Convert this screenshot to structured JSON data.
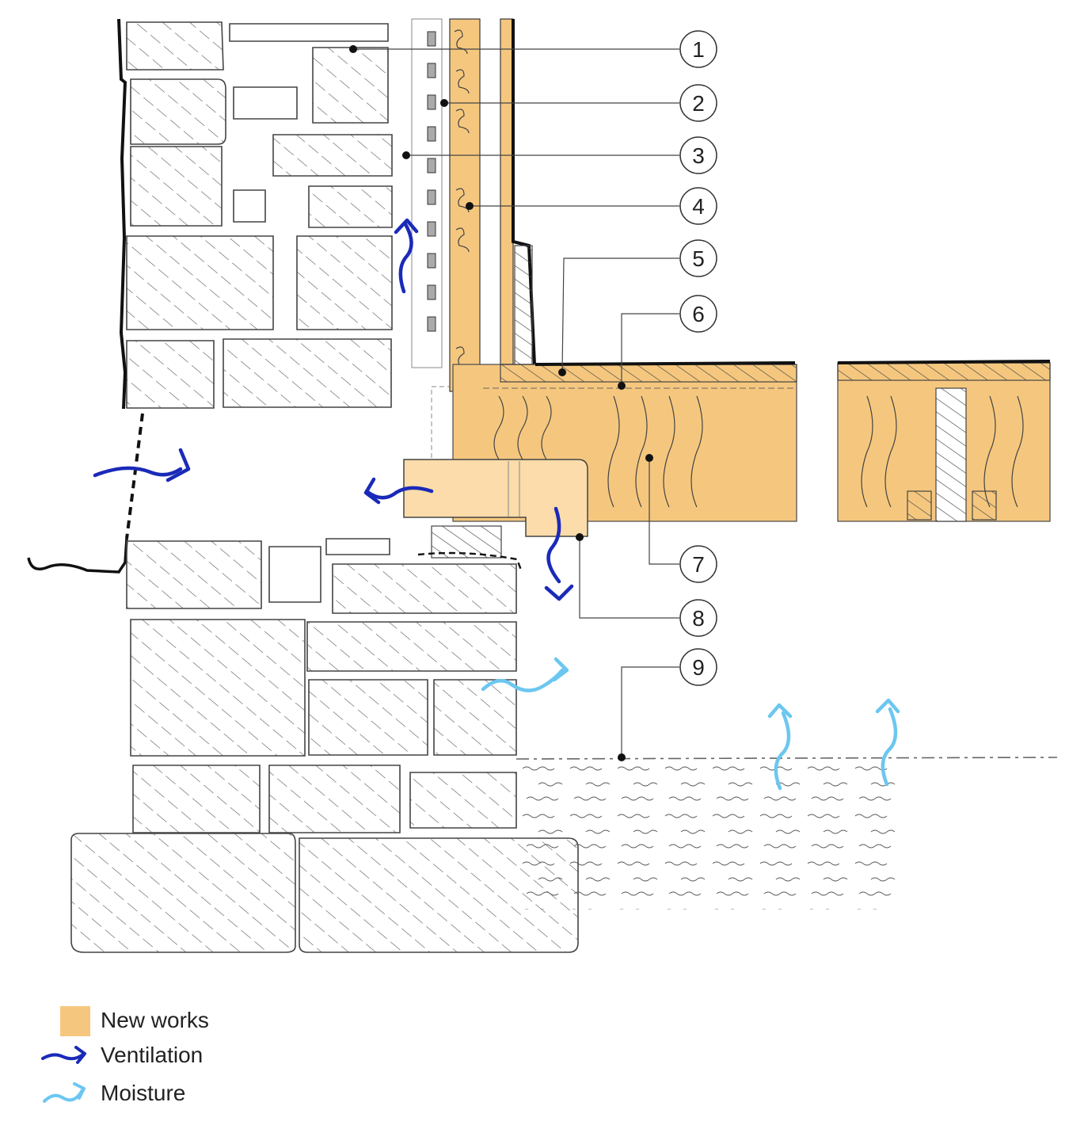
{
  "callouts": [
    "1",
    "2",
    "3",
    "4",
    "5",
    "6",
    "7",
    "8",
    "9"
  ],
  "legend": [
    {
      "label": "New works",
      "icon": "orange-swatch-icon"
    },
    {
      "label": "Ventilation",
      "icon": "dark-blue-arrow-icon"
    },
    {
      "label": "Moisture",
      "icon": "light-blue-arrow-icon"
    }
  ],
  "colors": {
    "new_works": "#f5c77e",
    "new_works_light": "#fbdcaa",
    "ventilation": "#1a2ab8",
    "moisture": "#6cc7f0",
    "line": "#333333"
  }
}
